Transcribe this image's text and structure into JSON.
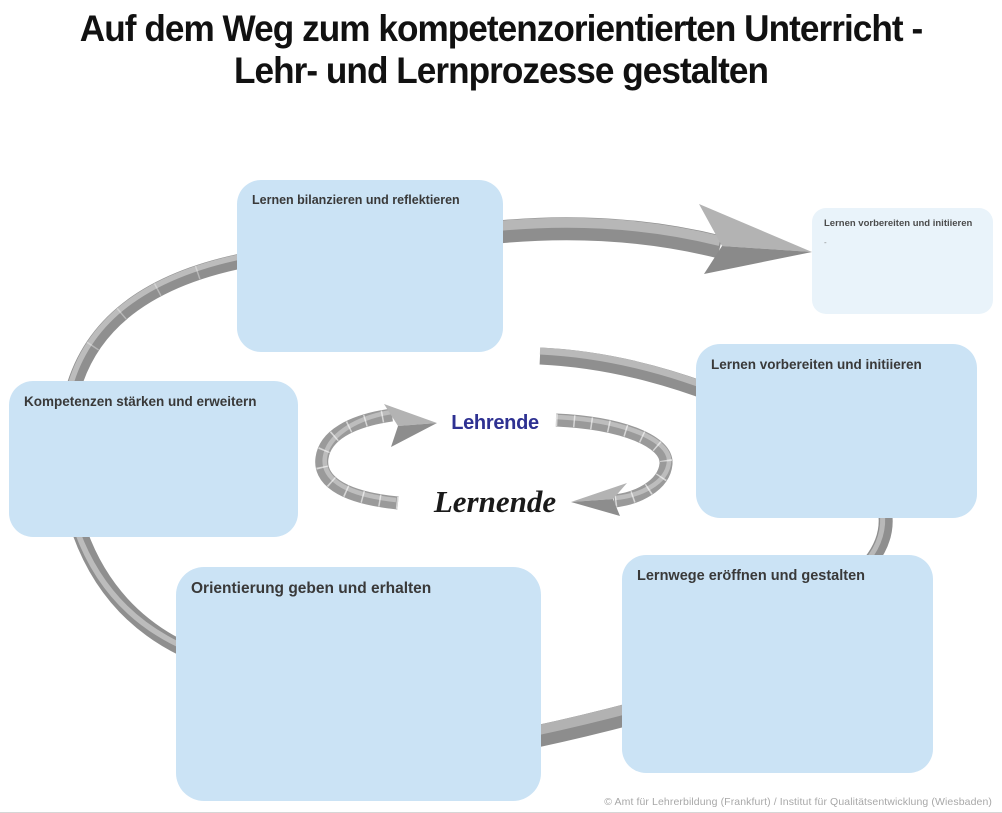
{
  "title": {
    "line1": "Auf dem Weg zum kompetenzorientierten Unterricht -",
    "line2": "Lehr- und Lernprozesse gestalten"
  },
  "cycle_boxes": {
    "bilanzieren": {
      "label": "Lernen bilanzieren und reflektieren"
    },
    "vorbereiten_klein": {
      "label": "Lernen vorbereiten und initiieren",
      "note": "-"
    },
    "vorbereiten": {
      "label": "Lernen vorbereiten und initiieren"
    },
    "kompetenzen": {
      "label": "Kompetenzen stärken und erweitern"
    },
    "orientierung": {
      "label": "Orientierung geben und erhalten"
    },
    "lernwege": {
      "label": "Lernwege eröffnen und gestalten"
    }
  },
  "center": {
    "lehrende": "Lehrende",
    "lernende": "Lernende"
  },
  "footer": {
    "credit": "© Amt für Lehrerbildung (Frankfurt) / Institut für Qualitätsentwicklung (Wiesbaden)"
  },
  "colors": {
    "box_fill": "#cbe3f5",
    "box_fill_light": "#e9f3fa",
    "box_text": "#393939",
    "lehrende_text": "#2e3192",
    "lernende_text": "#1a1a1a",
    "arrow_gray_dark": "#8e8e8e",
    "arrow_gray_light": "#b9b9b9",
    "footer_text": "#a8a8a8"
  }
}
